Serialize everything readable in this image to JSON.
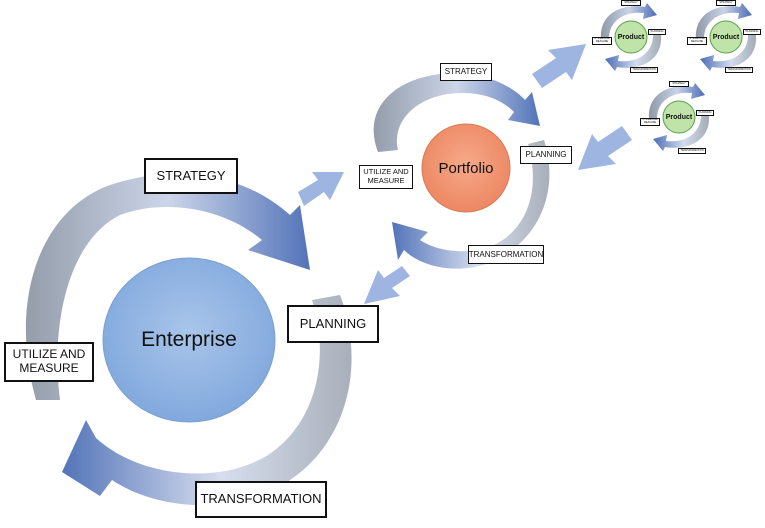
{
  "colors": {
    "arrow_blue": "#4a6cb5",
    "arrow_grey": "#8f98a6",
    "connector": "#8eaadc",
    "enterprise_fill": "#8eb2e2",
    "portfolio_fill": "#f08f6c",
    "product_fill": "#bfe3a8",
    "product_stroke": "#5aa048"
  },
  "enterprise": {
    "center_label": "Enterprise",
    "strategy": "STRATEGY",
    "planning": "PLANNING",
    "transformation": "TRANSFORMATION",
    "utilize": "UTILIZE AND MEASURE"
  },
  "portfolio": {
    "center_label": "Portfolio",
    "strategy": "STRATEGY",
    "planning": "PLANNING",
    "transformation": "TRANSFORMATION",
    "utilize": "UTILIZE AND MEASURE"
  },
  "products": [
    {
      "center_label": "Product",
      "strategy": "STRATEGY",
      "planning": "PLANNING",
      "transformation": "TRANSFORMATION",
      "utilize": "UTILIZE AND MEASURE"
    },
    {
      "center_label": "Product",
      "strategy": "STRATEGY",
      "planning": "PLANNING",
      "transformation": "TRANSFORMATION",
      "utilize": "UTILIZE AND MEASURE"
    },
    {
      "center_label": "Product",
      "strategy": "STRATEGY",
      "planning": "PLANNING",
      "transformation": "TRANSFORMATION",
      "utilize": "UTILIZE AND MEASURE"
    }
  ]
}
